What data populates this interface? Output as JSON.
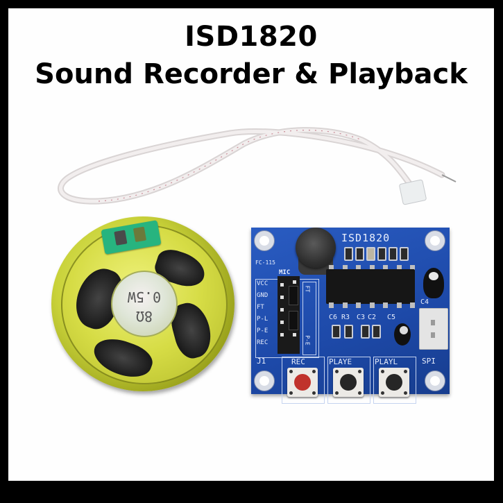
{
  "title": {
    "line1": "ISD1820",
    "line2": "Sound Recorder & Playback"
  },
  "speaker": {
    "marking_power": "0.5W",
    "marking_impedance": "8Ω"
  },
  "pcb": {
    "chip_label": "ISD1820",
    "model_label": "FC-115",
    "mic_label": "MIC",
    "header_labels": [
      "VCC",
      "GND",
      "FT",
      "P-L",
      "P-E",
      "REC"
    ],
    "jumper_labels": [
      "FT",
      "P-E"
    ],
    "component_labels": [
      "C6",
      "R3",
      "C3",
      "C2",
      "C5",
      "C4"
    ],
    "connector_labels": [
      "J1",
      "SPI"
    ],
    "buttons": [
      {
        "label": "REC",
        "color": "#c0322c"
      },
      {
        "label": "PLAYE",
        "color": "#262626"
      },
      {
        "label": "PLAYL",
        "color": "#262626"
      }
    ],
    "board_color": "#1f4fb5"
  },
  "colors": {
    "frame": "#000000",
    "background": "#fefefe",
    "speaker": "#c9d23a",
    "speaker_tab": "#27b47f"
  }
}
